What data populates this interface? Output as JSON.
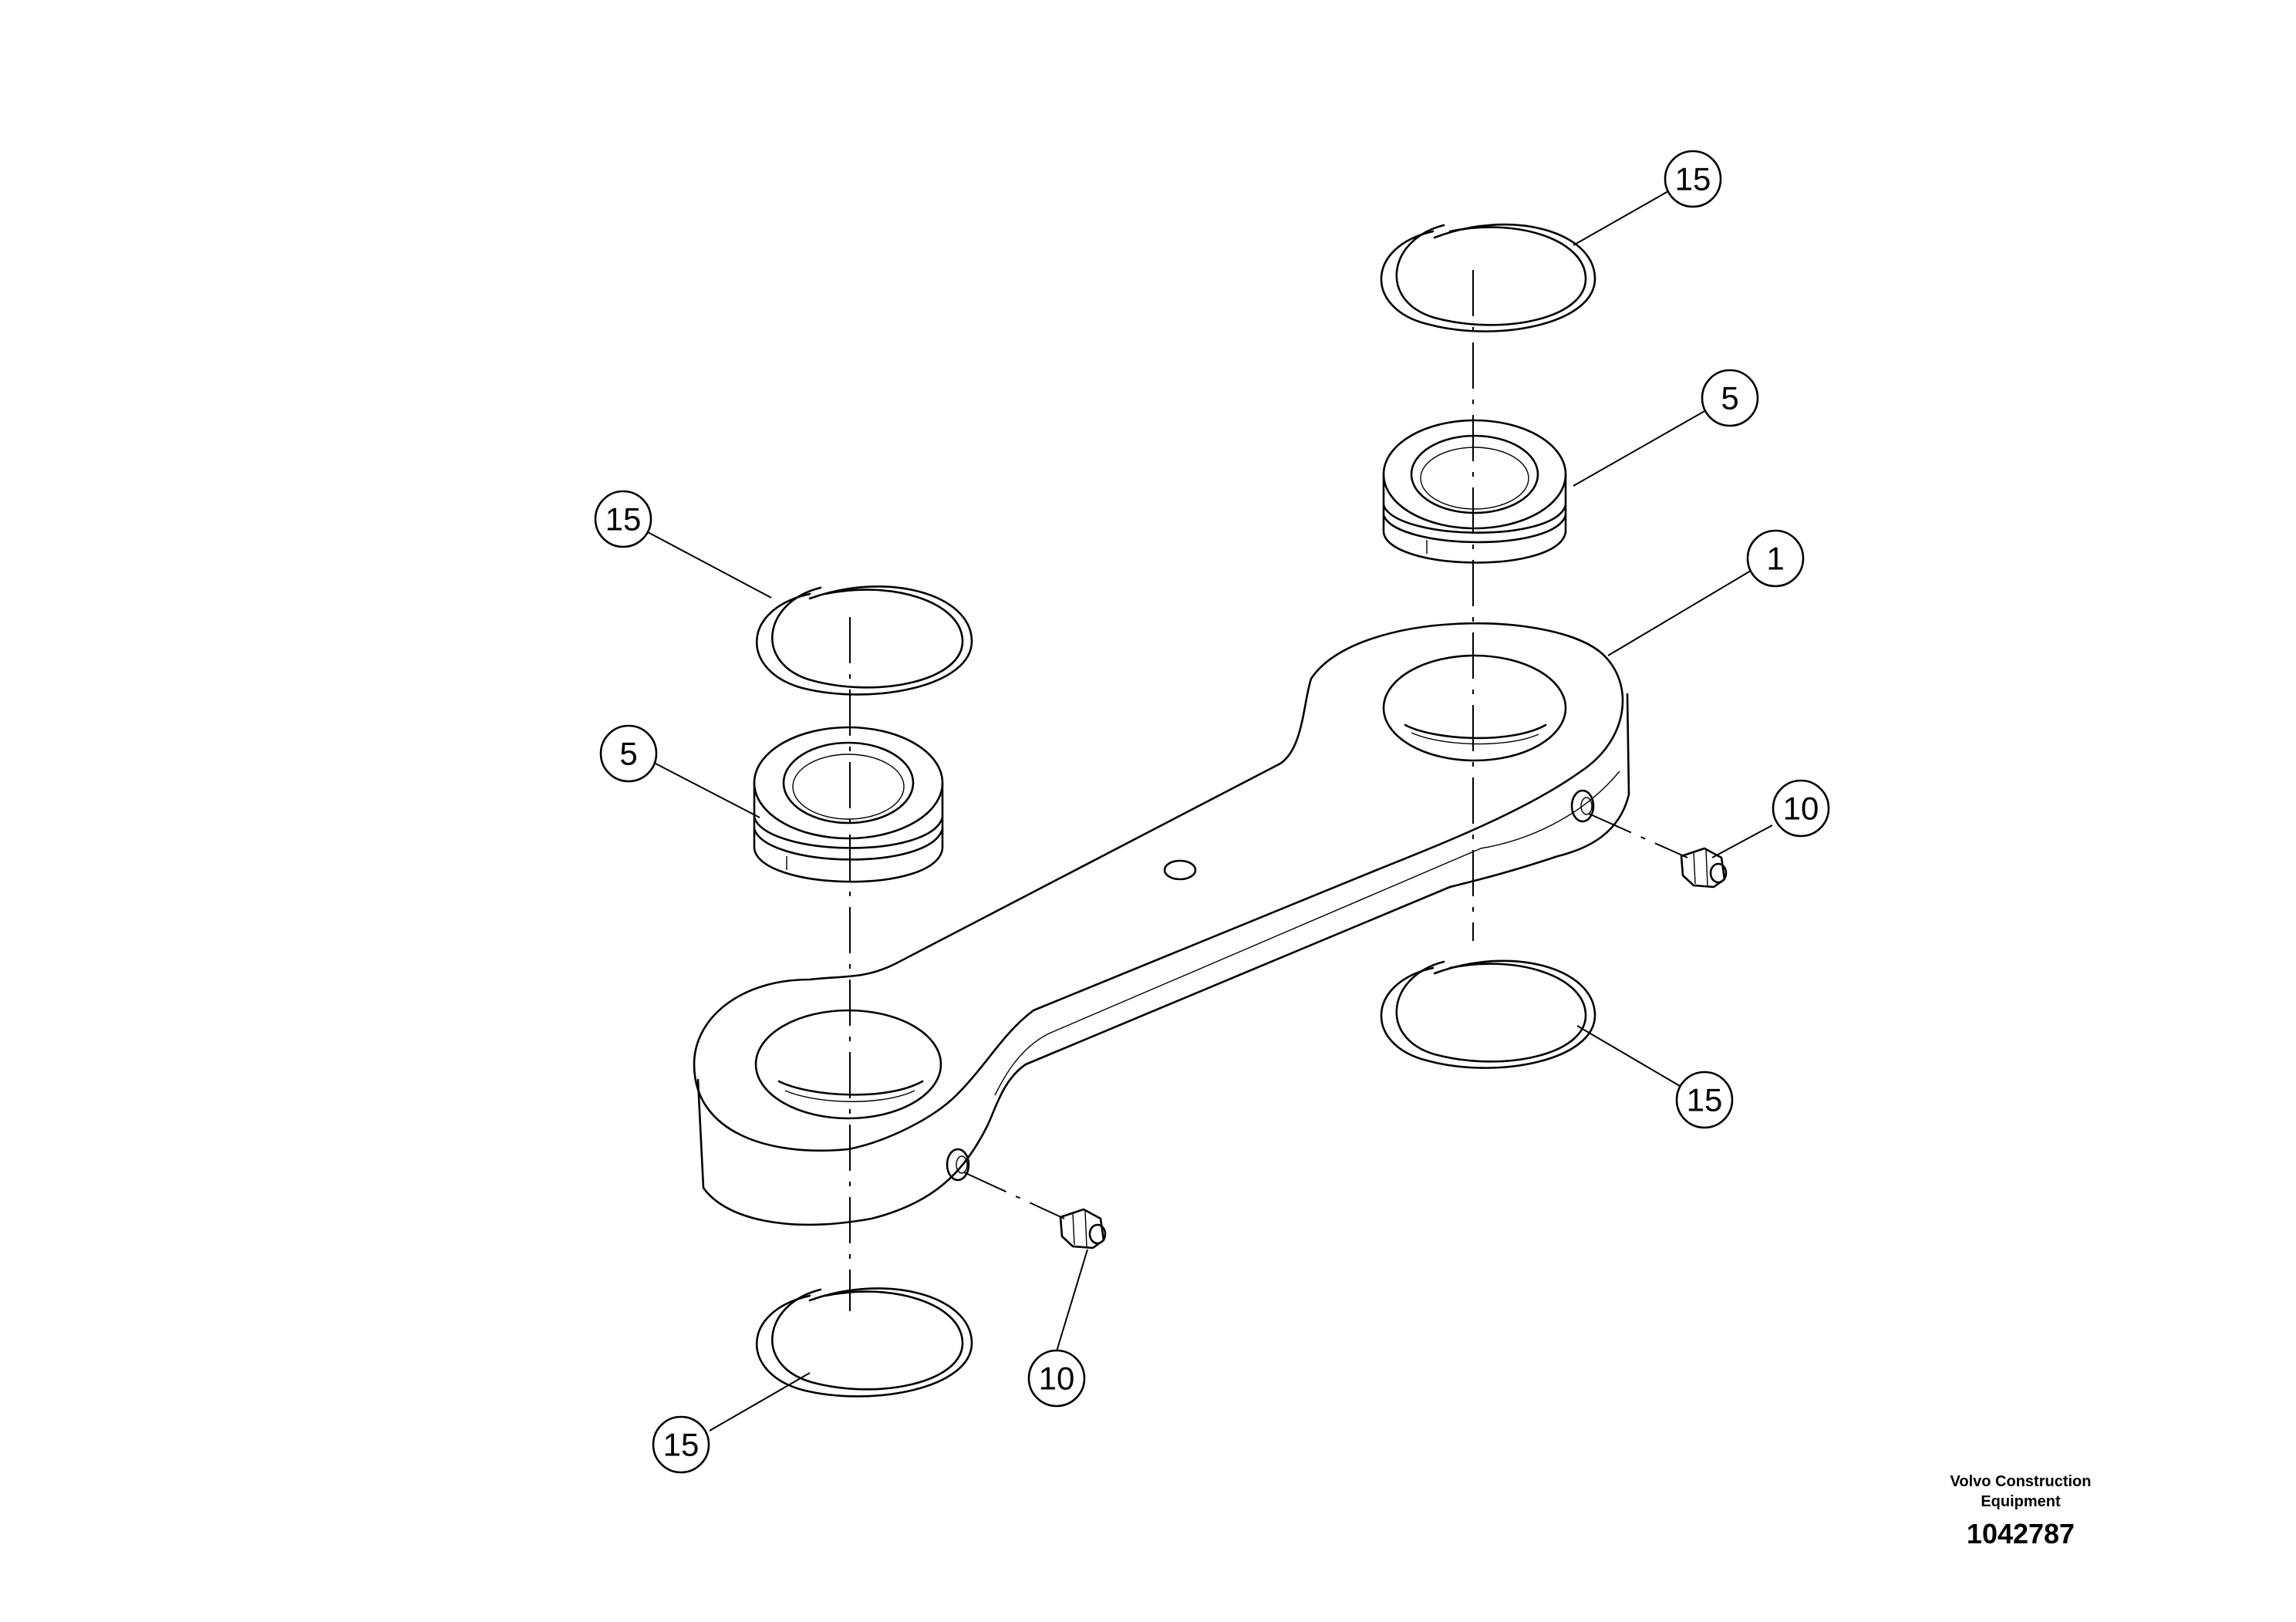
{
  "drawing": {
    "maker_line_1": "Volvo Construction",
    "maker_line_2": "Equipment",
    "drawing_number": "1042787"
  },
  "callouts": [
    {
      "id": "callout-15-top-right",
      "label": "15"
    },
    {
      "id": "callout-5-right",
      "label": "5"
    },
    {
      "id": "callout-1",
      "label": "1"
    },
    {
      "id": "callout-10-right",
      "label": "10"
    },
    {
      "id": "callout-15-lower-right",
      "label": "15"
    },
    {
      "id": "callout-15-left",
      "label": "15"
    },
    {
      "id": "callout-5-left",
      "label": "5"
    },
    {
      "id": "callout-10-bottom",
      "label": "10"
    },
    {
      "id": "callout-15-bottom-left",
      "label": "15"
    }
  ]
}
